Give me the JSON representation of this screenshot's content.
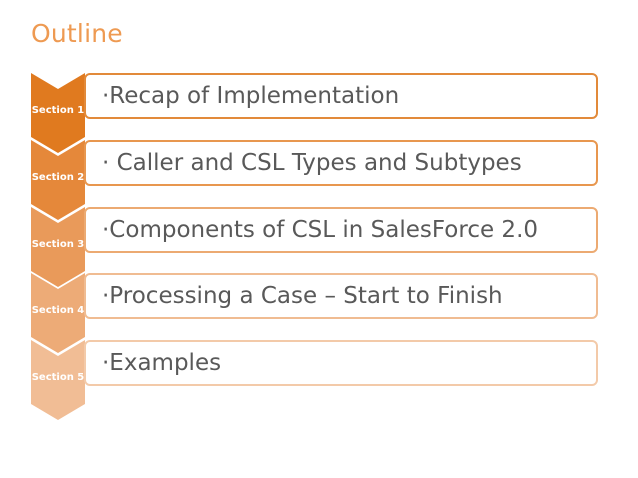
{
  "slide": {
    "title": "Outline"
  },
  "sections": [
    {
      "label": "Section 1",
      "text": "·Recap of Implementation",
      "color": "#e07a1f",
      "border": "#e28a3a"
    },
    {
      "label": "Section 2",
      "text": "· Caller and CSL Types and Subtypes",
      "color": "#e5883a",
      "border": "#e8974f"
    },
    {
      "label": "Section 3",
      "text": "·Components of CSL in SalesForce 2.0",
      "color": "#e99a5a",
      "border": "#ecaa72"
    },
    {
      "label": "Section 4",
      "text": "·Processing a Case – Start to Finish",
      "color": "#edab77",
      "border": "#f0bc92"
    },
    {
      "label": "Section 5",
      "text": "·Examples",
      "color": "#f1bd95",
      "border": "#f3caa9"
    }
  ]
}
